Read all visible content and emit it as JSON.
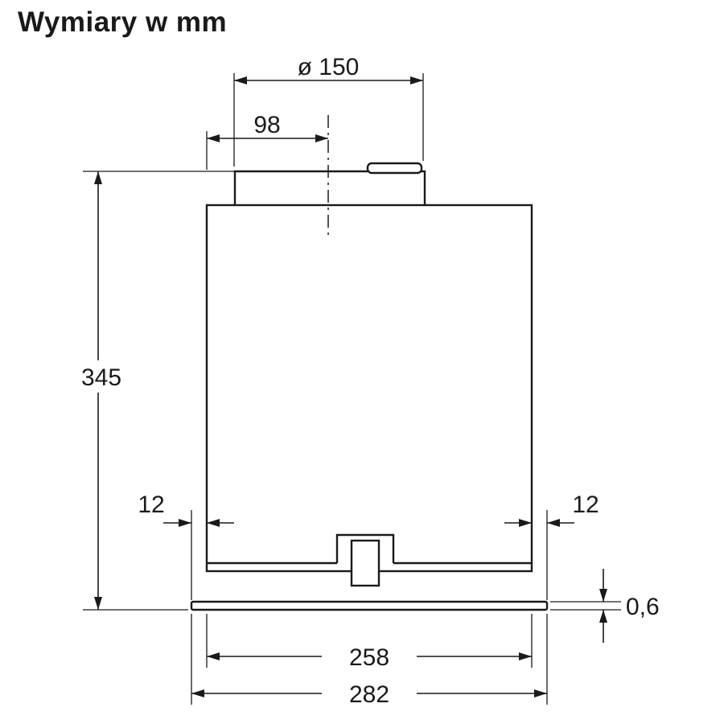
{
  "title": "Wymiary w mm",
  "drawing": {
    "type": "appliance-dimension-diagram",
    "unit": "mm",
    "labels": {
      "duct_diameter": "ø 150",
      "duct_offset": "98",
      "body_height": "345",
      "flange_inset_left": "12",
      "flange_inset_right": "12",
      "flange_thickness": "0,6",
      "body_width": "258",
      "flange_width": "282"
    }
  }
}
